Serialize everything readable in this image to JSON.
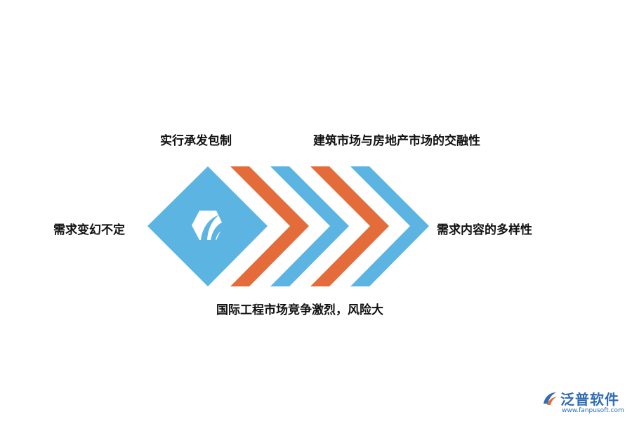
{
  "labels": {
    "top_left": "实行承发包制",
    "top_right": "建筑市场与房地产市场的交融性",
    "left": "需求变幻不定",
    "right": "需求内容的多样性",
    "bottom": "国际工程市场竞争激烈，风险大"
  },
  "colors": {
    "blue": "#5bb4e2",
    "orange": "#e46c3b",
    "text": "#111111",
    "watermark": "#2f6db5"
  },
  "watermark": {
    "brand": "泛普软件",
    "url": "www.fanpusoft.com"
  },
  "icons": {
    "center": "hexagon-logo-icon",
    "watermark": "fanpu-logo-icon"
  }
}
